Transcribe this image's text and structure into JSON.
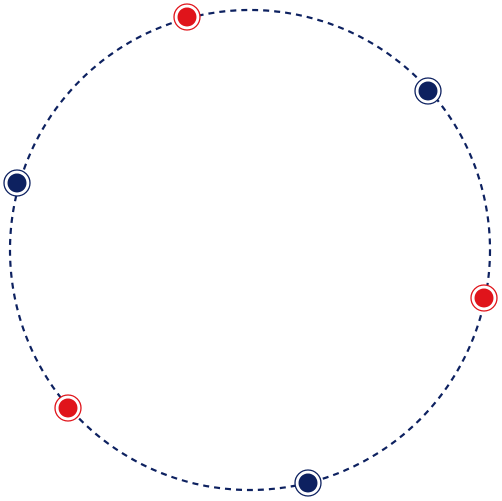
{
  "colors": {
    "background": "#ffffff",
    "ring": "#0d2160",
    "navy": "#0d2160",
    "red": "#e0141b"
  },
  "ring": {
    "style": "dashed"
  },
  "nodes": [
    {
      "name": "node-top",
      "color": "red"
    },
    {
      "name": "node-upper-right",
      "color": "navy"
    },
    {
      "name": "node-right",
      "color": "red"
    },
    {
      "name": "node-bottom",
      "color": "navy"
    },
    {
      "name": "node-lower-left",
      "color": "red"
    },
    {
      "name": "node-left",
      "color": "navy"
    }
  ]
}
